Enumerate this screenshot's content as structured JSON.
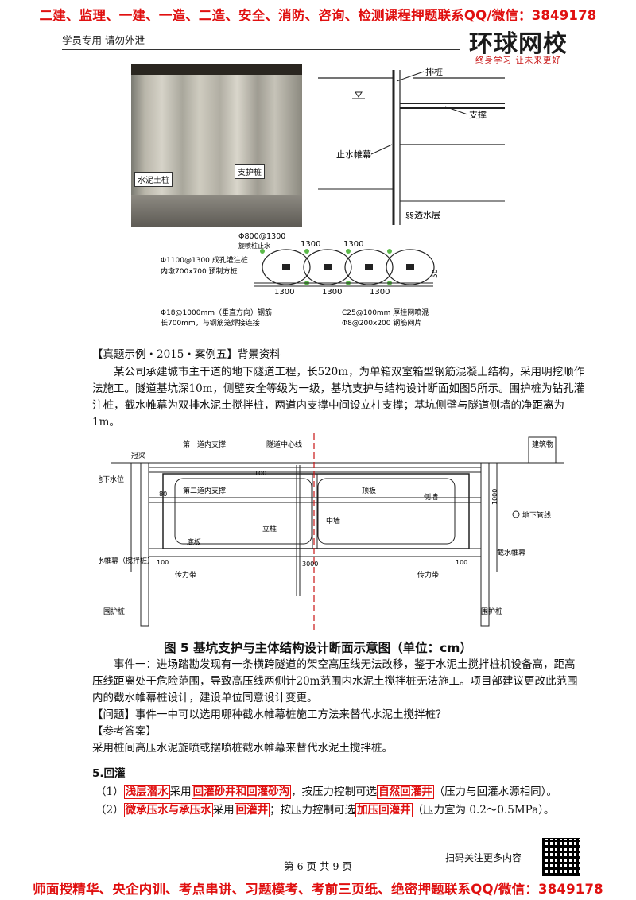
{
  "header": {
    "top_banner": "二建、监理、一建、一造、二造、安全、消防、咨询、检测课程押题联系QQ/微信：3849178",
    "note": "学员专用 请勿外泄",
    "logo_main": "环球网校",
    "logo_sub": "终身学习 让未来更好"
  },
  "figures": {
    "photo_labels": {
      "cement_pile": "水泥土桩",
      "support_pile": "支护桩"
    },
    "section_labels": {
      "pile": "排桩",
      "strut": "支撑",
      "curtain": "止水帷幕",
      "permeable": "弱透水层"
    },
    "plan_labels": {
      "dim_top": "Φ800@1300",
      "note_jet": "旋喷桩止水",
      "dim_1300": "1300",
      "bored_pile": "Φ1100@1300 成孔灌注桩",
      "crown_beam": "内墩700x700 预制方桩",
      "rebar": "Φ18@1000mm（垂直方向）钢筋",
      "rebar2": "长700mm，与钢筋笼焊接连接",
      "concrete": "C25@100mm 厚挂网喷混",
      "mesh": "Φ8@200x200 钢筋网片",
      "dim_50": "50"
    }
  },
  "case": {
    "title": "【真题示例・2015・案例五】背景资料",
    "background": "某公司承建城市主干道的地下隧道工程，长520m，为单箱双室箱型钢筋混凝土结构，采用明挖顺作法施工。隧道基坑深10m，侧壁安全等级为一级，基坑支护与结构设计断面如图5所示。围护桩为钻孔灌注桩，截水帷幕为双排水泥土搅拌桩，两道内支撑中间设立柱支撑；基坑侧壁与隧道侧墙的净距离为1m。"
  },
  "diagram": {
    "first_support": "第一道内支撑",
    "centerline": "隧道中心线",
    "building": "建筑物",
    "crown_beam": "冠梁",
    "groundwater": "地下水位",
    "second_support": "第二道内支撑",
    "roof": "顶板",
    "side_wall": "侧墙",
    "column": "立柱",
    "mid_wall": "中墙",
    "pipeline": "地下管线",
    "floor": "底板",
    "curtain_right": "截水帷幕",
    "curtain_left": "截水帷幕（搅拌桩）",
    "force_belt": "传力带",
    "force_belt2": "传力带",
    "retaining_pile": "围护桩",
    "retaining_pile2": "围护桩",
    "dim_100a": "100",
    "dim_100b": "100",
    "dim_100v": "100",
    "dim_1000": "1000",
    "dim_3000": "3000",
    "dim_80": "80"
  },
  "figure_caption": "图 5  基坑支护与主体结构设计断面示意图（单位：cm）",
  "event": {
    "text": "事件一：进场踏勘发现有一条横跨隧道的架空高压线无法改移，鉴于水泥土搅拌桩机设备高，距高压线距离处于危险范围，导致高压线两侧计20m范围内水泥土搅拌桩无法施工。项目部建议更改此范围内的截水帷幕桩设计，建设单位同意设计变更。",
    "question": "【问题】事件一中可以选用哪种截水帷幕桩施工方法来替代水泥土搅拌桩？",
    "answer_title": "【参考答案】",
    "answer": "采用桩间高压水泥旋喷或摆喷桩截水帷幕来替代水泥土搅拌桩。"
  },
  "section5": {
    "title": "5.回灌",
    "line1": {
      "num": "（1）",
      "hl1": "浅层潜水",
      "t1": "采用",
      "hl2": "回灌砂井和回灌砂沟",
      "t2": "，按压力控制可选",
      "hl3": "自然回灌井",
      "t3": "（压力与回灌水源相同）。"
    },
    "line2": {
      "num": "（2）",
      "hl1": "微承压水与承压水",
      "t1": "采用",
      "hl2": "回灌井",
      "t2": "；按压力控制可选",
      "hl3": "加压回灌井",
      "t3": "（压力宜为 0.2～0.5MPa）。"
    }
  },
  "footer": {
    "page": "第 6 页 共 9 页",
    "scan": "扫码关注更多内容",
    "bottom_banner": "师面授精华、央企内训、考点串讲、习题模考、考前三页纸、绝密押题联系QQ/微信：3849178"
  }
}
